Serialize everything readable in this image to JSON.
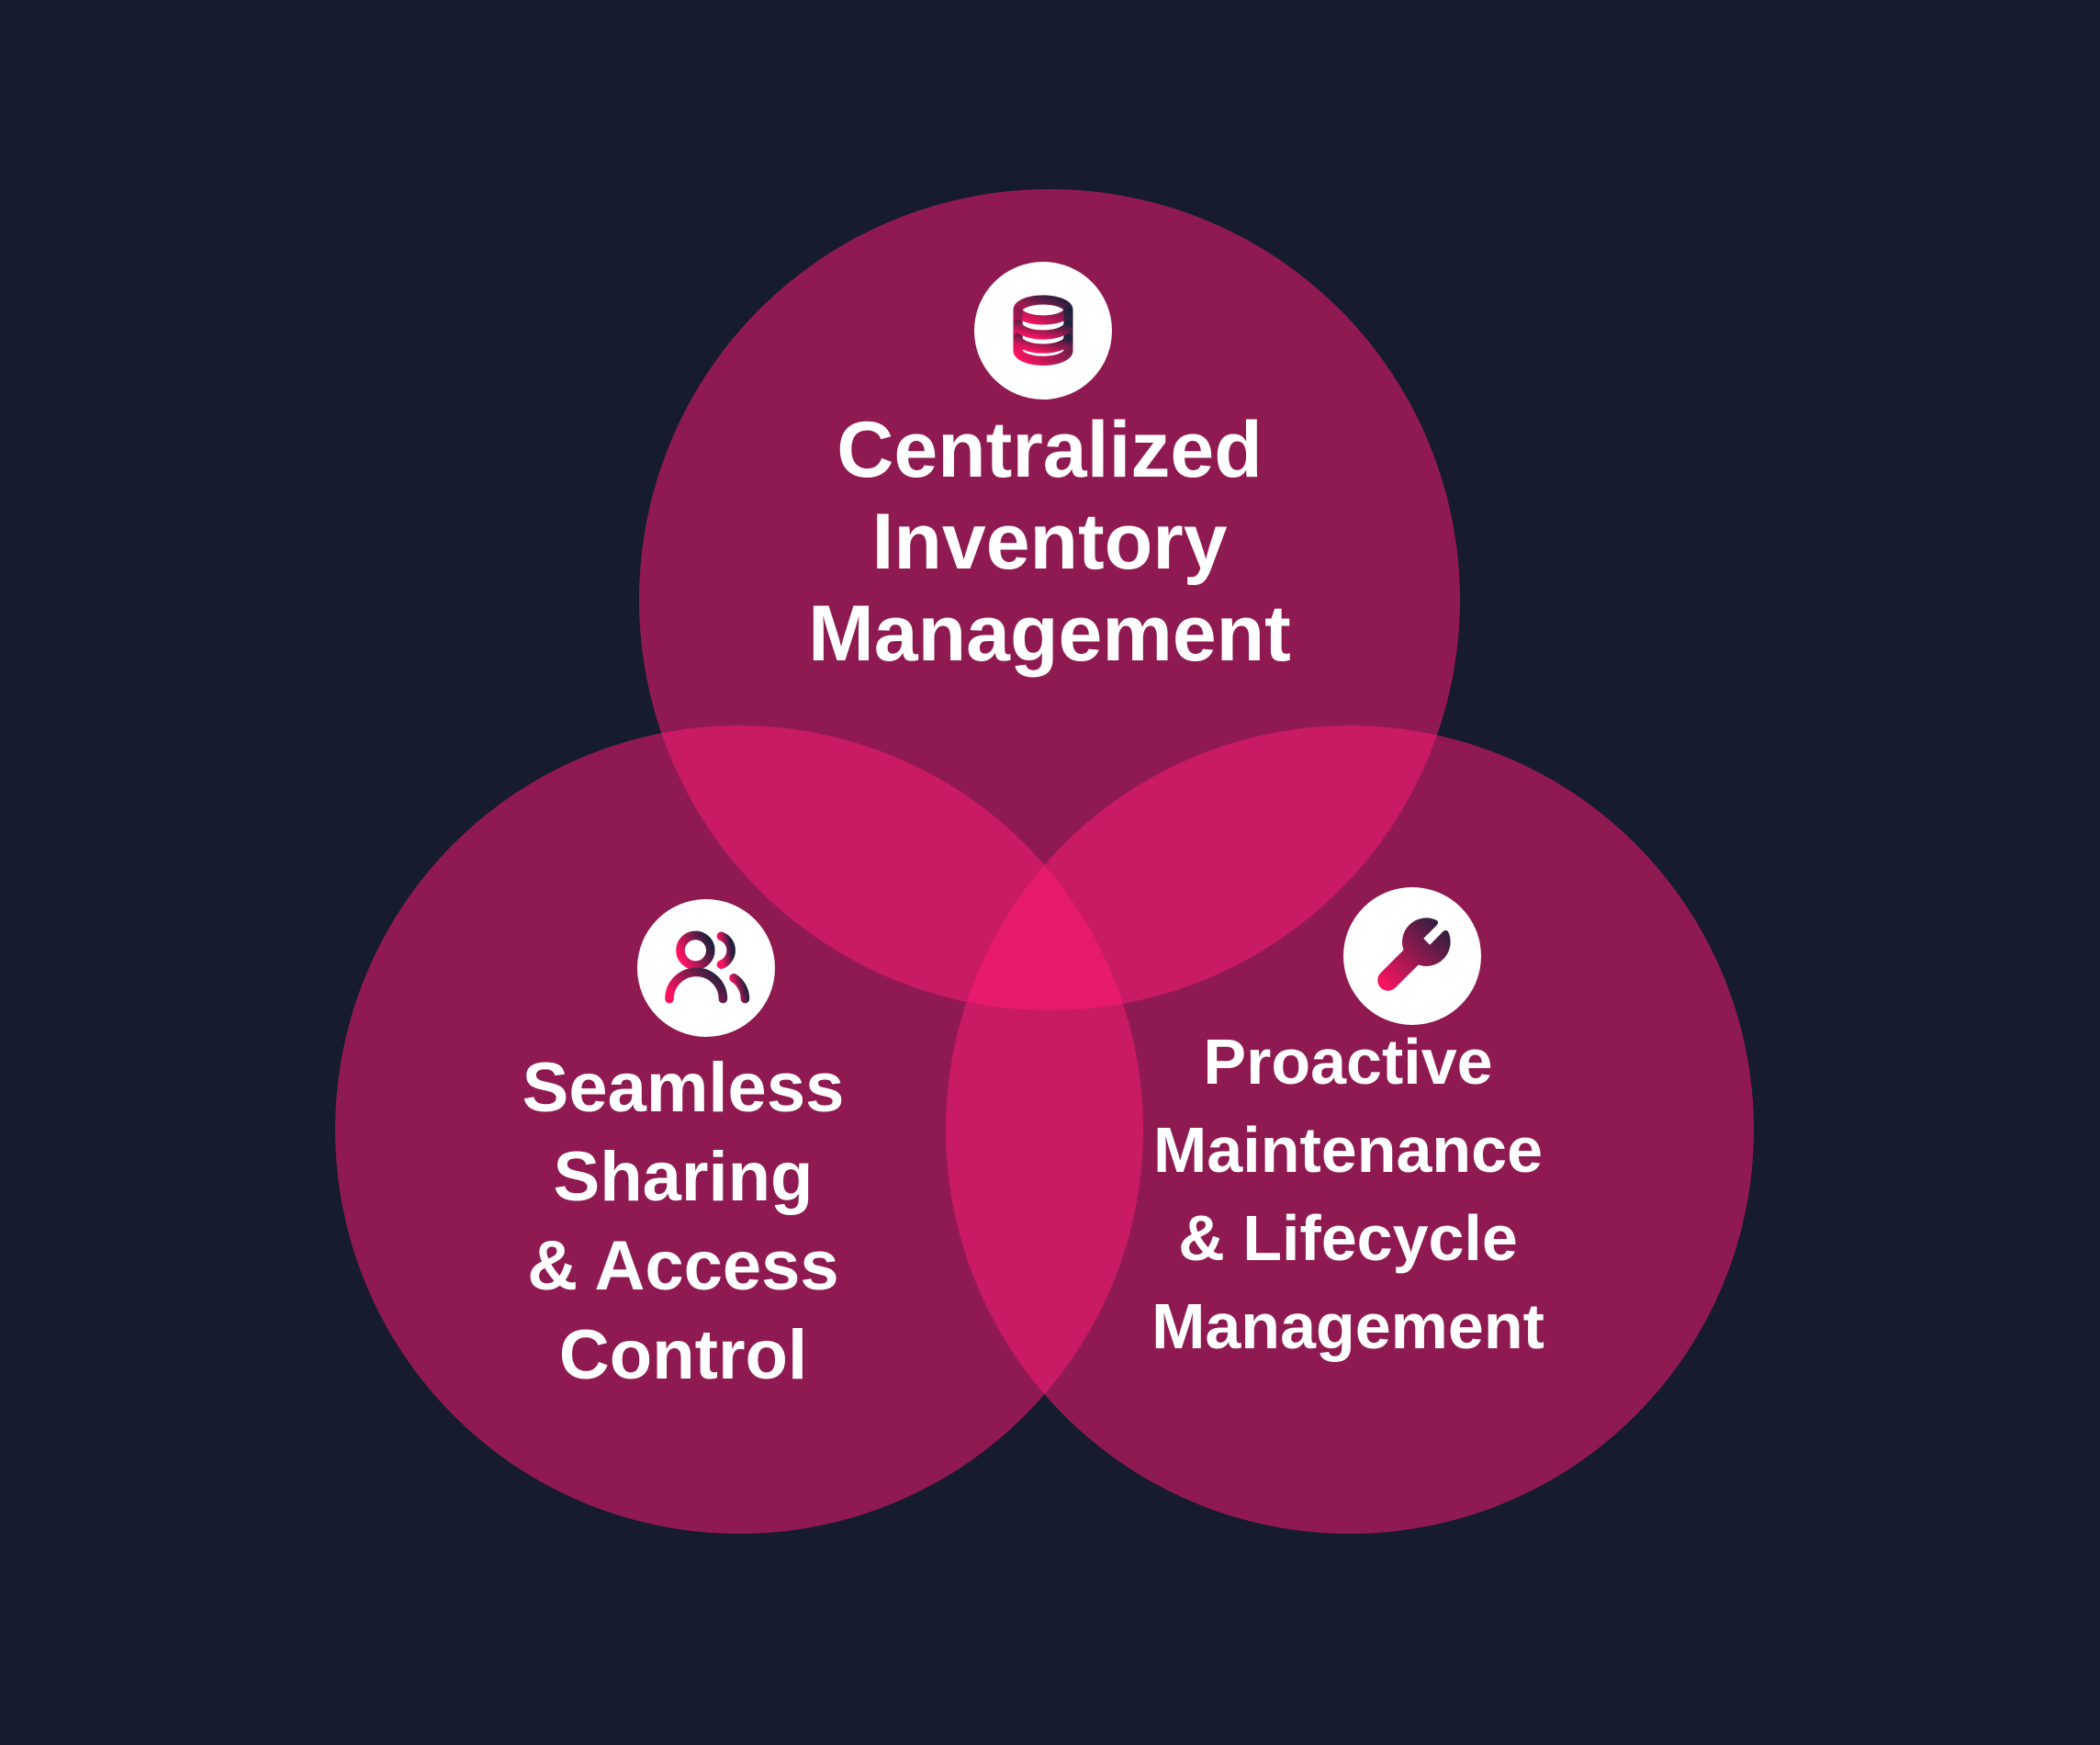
{
  "venn": {
    "colors": {
      "background": "#161b2d",
      "circle_fill": "#ff1a75",
      "circle_opacity": 0.52,
      "single_region": "#8f1b53",
      "pair_overlap_region": "#cc1c60",
      "triple_overlap_region": "#e81f6e",
      "label_text": "#ffffff",
      "icon_badge_background": "#ffffff",
      "icon_gradient_from": "#ff1361",
      "icon_gradient_to": "#20203c"
    },
    "circles": {
      "top": {
        "label": "Centralized Inventory Management",
        "lines": [
          "Centralized",
          "Inventory",
          "Management"
        ],
        "icon": "database"
      },
      "bottom_left": {
        "label": "Seamless Sharing & Access Control",
        "lines": [
          "Seamless",
          "Sharing",
          "& Access",
          "Control"
        ],
        "icon": "users"
      },
      "bottom_right": {
        "label": "Proactive Maintenance & Lifecycle Management",
        "lines": [
          "Proactive",
          "Maintenance",
          "& Lifecycle",
          "Management"
        ],
        "icon": "wrench"
      }
    }
  }
}
